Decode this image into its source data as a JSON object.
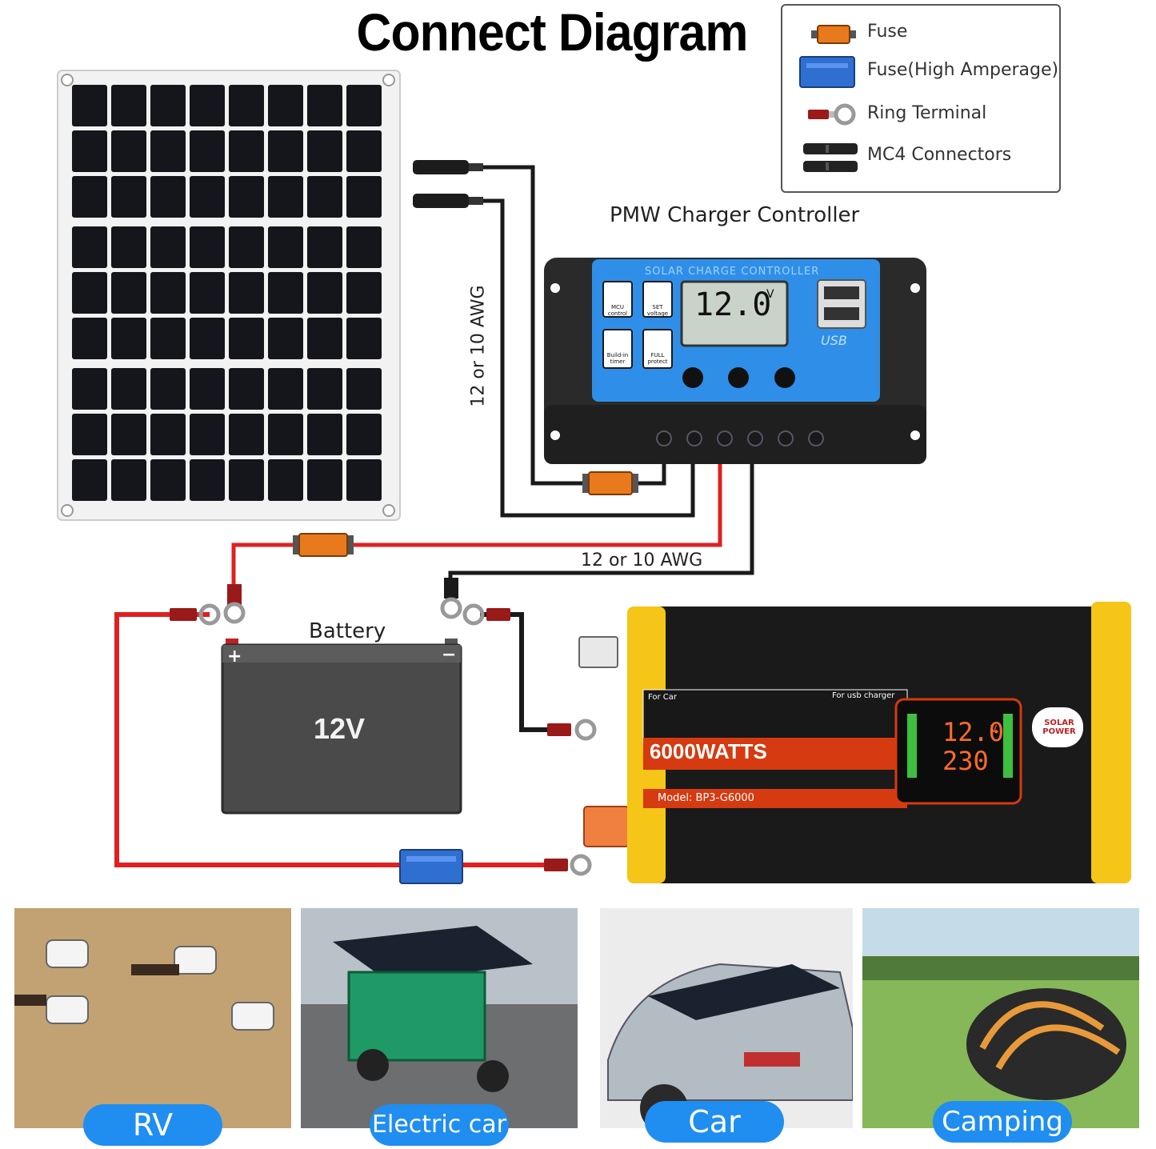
{
  "title": "Connect Diagram",
  "legend": [
    {
      "label": "Fuse",
      "icon": "fuse-icon"
    },
    {
      "label": "Fuse(High Amperage)",
      "icon": "high-amp-fuse-icon"
    },
    {
      "label": "Ring Terminal",
      "icon": "ring-terminal-icon"
    },
    {
      "label": "MC4 Connectors",
      "icon": "mc4-connector-icon"
    }
  ],
  "controller": {
    "caption": "PMW Charger Controller",
    "panel_title": "SOLAR CHARGE CONTROLLER",
    "display_value": "12.0",
    "display_unit": "V",
    "mcu_label": "MCU control",
    "set_label": "SET voltage",
    "timer_label": "Build-in timer",
    "protect_label": "FULL protect",
    "usb_label": "USB"
  },
  "wire_gauge_vertical": "12 or 10 AWG",
  "wire_gauge_horizontal": "12 or 10 AWG",
  "battery": {
    "caption": "Battery",
    "voltage": "12V",
    "plus": "+",
    "minus": "−"
  },
  "inverter": {
    "watts": "6000WATTS",
    "model": "Model: BP3-G6000",
    "display_top": "12.0",
    "display_bottom": "230",
    "display_unit": "V",
    "brand": "SOLAR POWER",
    "for_car": "For Car",
    "for_usb": "For usb charger"
  },
  "applications": [
    {
      "label": "RV"
    },
    {
      "label": "Electric car"
    },
    {
      "label": "Car"
    },
    {
      "label": "Camping"
    }
  ],
  "colors": {
    "wire_red": "#e02020",
    "wire_black": "#1a1a1a",
    "fuse_orange": "#e8791d",
    "fuse_blue": "#2f6fd0",
    "controller_blue": "#2f8fe8",
    "inverter_yellow": "#f5c518",
    "pill_blue": "#1f8ef0"
  }
}
